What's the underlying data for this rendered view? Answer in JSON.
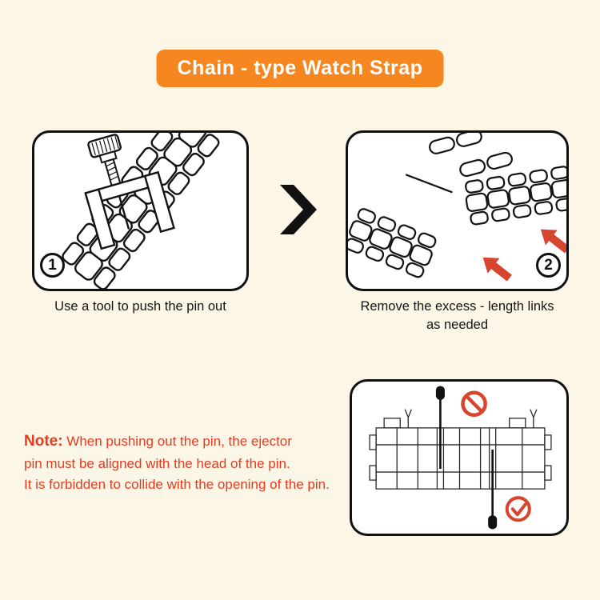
{
  "page": {
    "bg_color": "#fcf6e7"
  },
  "header": {
    "title": "Chain - type Watch Strap",
    "bg_color": "#f6861f",
    "text_color": "#ffffff"
  },
  "steps": [
    {
      "number": "1",
      "caption": "Use a tool to push the pin out",
      "illustration": "watch-band-link-remover-tool-pushing-pin"
    },
    {
      "number": "2",
      "caption_line1": "Remove the excess - length links",
      "caption_line2": "as needed",
      "illustration": "separated-watch-band-links-with-red-arrows"
    }
  ],
  "separator": {
    "icon": "chevron-right",
    "color": "#111111"
  },
  "note": {
    "label": "Note:",
    "lines": [
      "When pushing out the pin, the ejector",
      "pin must be aligned with the head of the pin.",
      "It is forbidden to collide with the opening of the pin."
    ],
    "color": "#e73a1f"
  },
  "detail_panel": {
    "illustration": "pin-alignment-cross-section-diagram",
    "icons": [
      {
        "name": "no-symbol-icon",
        "meaning": "wrong alignment",
        "color": "#d8452f"
      },
      {
        "name": "check-circle-icon",
        "meaning": "correct alignment",
        "color": "#d8452f"
      }
    ]
  }
}
